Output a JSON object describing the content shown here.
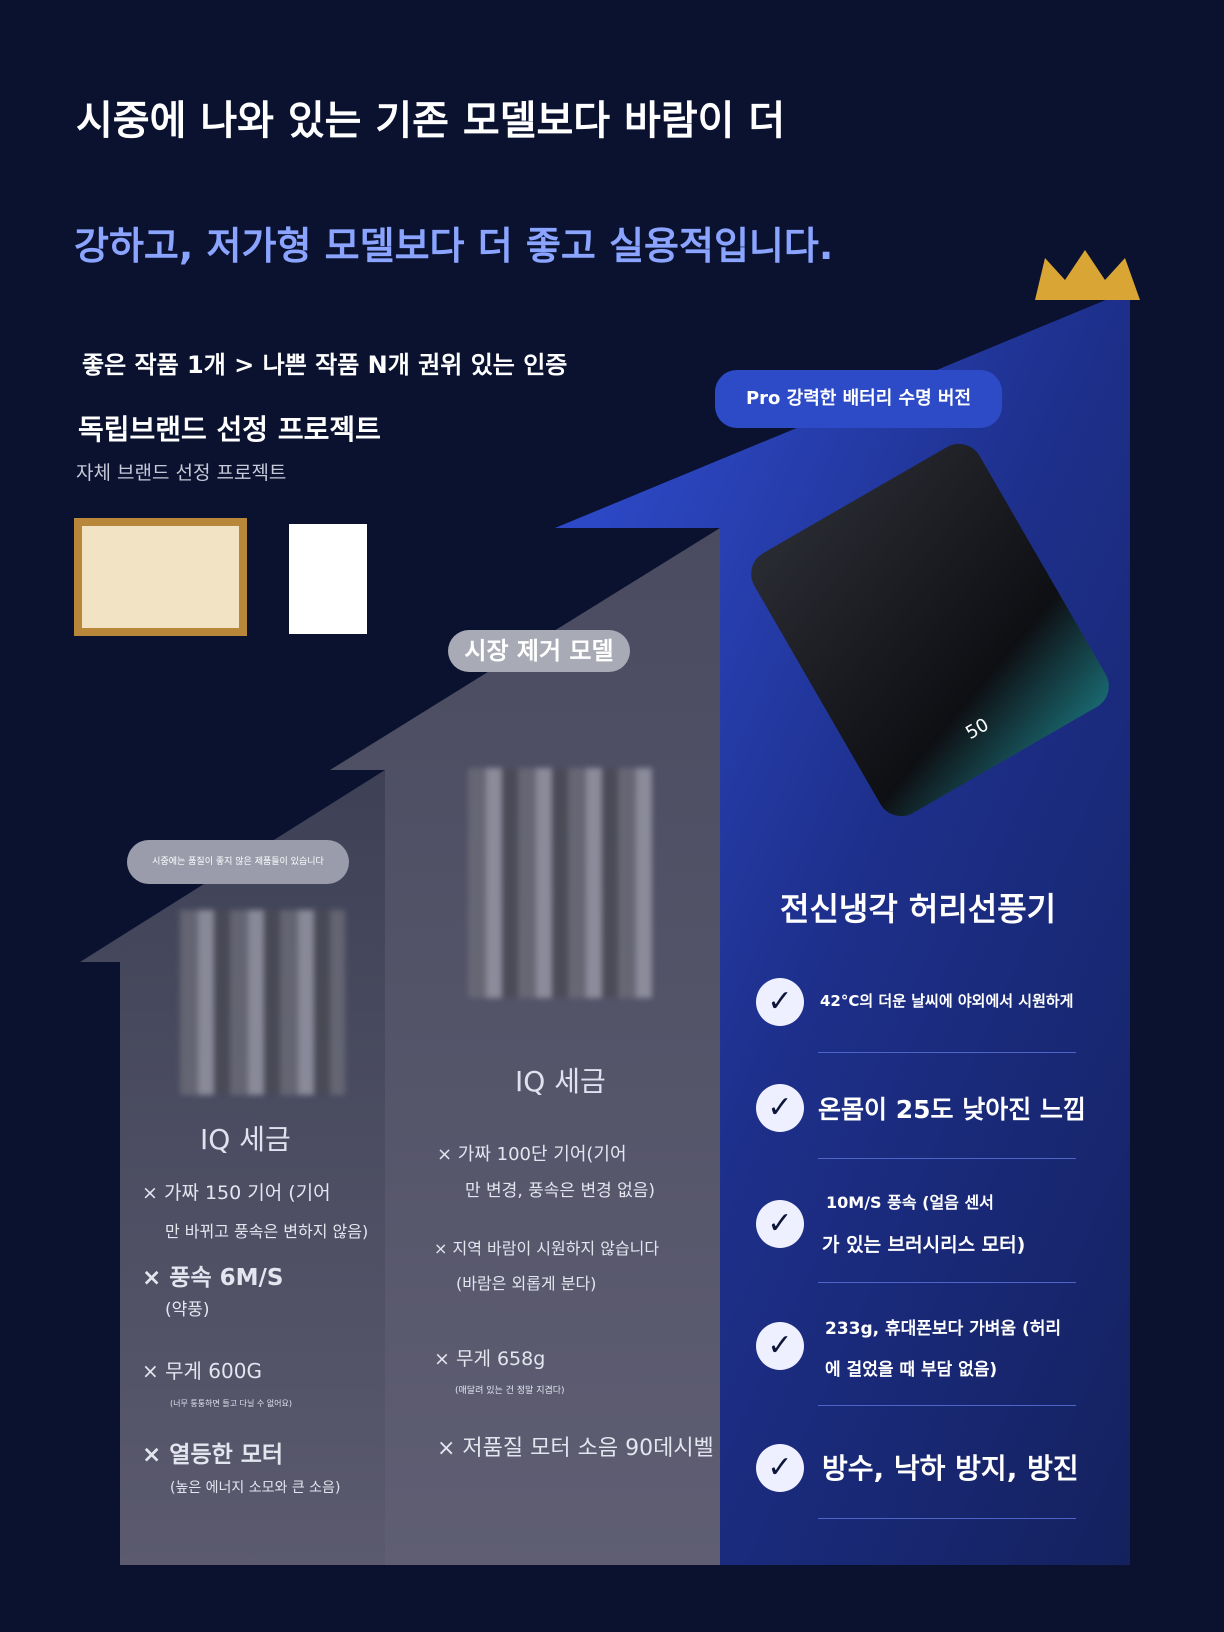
{
  "header": {
    "line1": "시중에 나와 있는 기존 모델보다 바람이 더",
    "line2": "강하고, 저가형 모델보다 더 좋고 실용적입니다."
  },
  "auth": {
    "tagline": "좋은 작품 1개 > 나쁜 작품 N개 권위 있는 인증",
    "title": "독립브랜드 선정 프로젝트",
    "subtitle": "자체 브랜드 선정 프로젝트"
  },
  "columns": {
    "low": {
      "badge": "시중에는 품질이 좋지 않은 제품들이 있습니다",
      "name": "IQ 세금",
      "features": [
        {
          "main": "× 가짜 150 기어 (기어",
          "sub": "만 바뀌고 풍속은 변하지 않음)"
        },
        {
          "main": "× 풍속 6M/S",
          "sub": "(약풍)"
        },
        {
          "main": "× 무게 600G",
          "sub": "(너무 퉁퉁하면 들고 다닐 수 없어요)"
        },
        {
          "main": "× 열등한 모터",
          "sub": "(높은 에너지 소모와 큰 소음)"
        }
      ]
    },
    "mid": {
      "badge": "시장 제거 모델",
      "name": "IQ 세금",
      "features": [
        {
          "main": "× 가짜 100단 기어(기어",
          "sub": "만 변경, 풍속은 변경 없음)"
        },
        {
          "main": "× 지역 바람이 시원하지 않습니다",
          "sub": "(바람은 외롭게 분다)"
        },
        {
          "main": "× 무게 658g",
          "sub": "(매달려 있는 건 정말 지겹다)"
        },
        {
          "main": "× 저품질 모터 소음 90데시벨",
          "sub": ""
        }
      ]
    },
    "pro": {
      "badge": "Pro 강력한 배터리 수명 버전",
      "name": "전신냉각 허리선풍기",
      "device_label": "50",
      "features": [
        {
          "line1": "42°C의 더운 날씨에 야외에서 시원하게",
          "line2": ""
        },
        {
          "line1": "온몸이 25도 낮아진 느낌",
          "line2": ""
        },
        {
          "line1": "10M/S 풍속 (얼음 센서",
          "line2": "가 있는 브러시리스 모터)"
        },
        {
          "line1": "233g, 휴대폰보다 가벼움 (허리",
          "line2": "에 걸었을 때 부담 없음)"
        },
        {
          "line1": "방수, 낙하 방지, 방진",
          "line2": ""
        }
      ]
    }
  },
  "colors": {
    "bg": "#0a1230",
    "accent": "#8aa4ff",
    "pro": "#2d4bc6"
  }
}
